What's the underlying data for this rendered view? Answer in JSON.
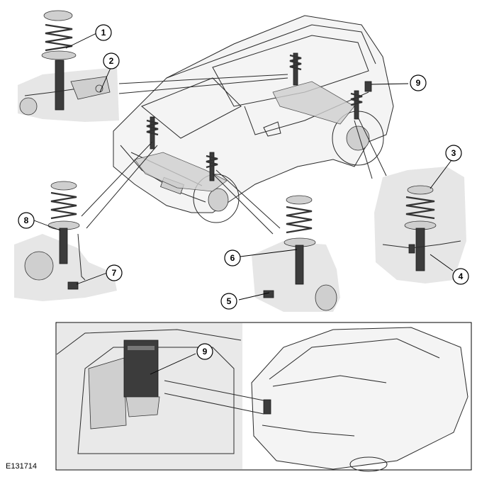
{
  "figure_id": "E131714",
  "callouts": [
    {
      "label": "1"
    },
    {
      "label": "2"
    },
    {
      "label": "3"
    },
    {
      "label": "4"
    },
    {
      "label": "5"
    },
    {
      "label": "6"
    },
    {
      "label": "7"
    },
    {
      "label": "8"
    },
    {
      "label": "9"
    },
    {
      "label": "9"
    }
  ],
  "colors": {
    "line": "#000000",
    "shade": "#e6e6e6",
    "component": "#3c3c3c"
  }
}
